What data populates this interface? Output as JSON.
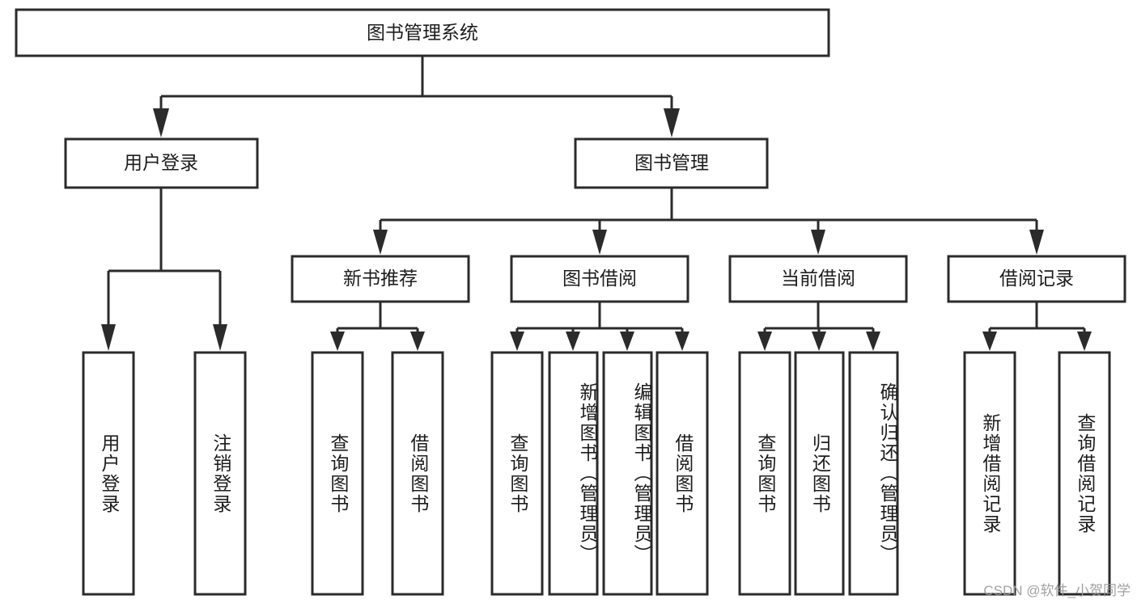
{
  "diagram": {
    "title": "图书管理系统",
    "type": "hierarchy-tree",
    "watermark": "CSDN @软件_小贺同学",
    "colors": {
      "box_stroke": "#2b2b2b",
      "box_fill": "#ffffff",
      "text": "#1d1d1d",
      "connector": "#2b2b2b",
      "watermark": "#9a9a9a",
      "background": "#ffffff"
    },
    "levels": {
      "root": {
        "label": "图书管理系统"
      },
      "level2": [
        {
          "label": "用户登录"
        },
        {
          "label": "图书管理"
        }
      ],
      "level3": [
        {
          "label": "新书推荐"
        },
        {
          "label": "图书借阅"
        },
        {
          "label": "当前借阅"
        },
        {
          "label": "借阅记录"
        }
      ],
      "leaves": {
        "user_login": [
          {
            "label": "用户登录"
          },
          {
            "label": "注销登录"
          }
        ],
        "new_book_recommend": [
          {
            "label": "查询图书"
          },
          {
            "label": "借阅图书"
          }
        ],
        "book_borrow": [
          {
            "label": "查询图书"
          },
          {
            "label": "新增图书（管理员）"
          },
          {
            "label": "编辑图书（管理员）"
          },
          {
            "label": "借阅图书"
          }
        ],
        "current_borrow": [
          {
            "label": "查询图书"
          },
          {
            "label": "归还图书"
          },
          {
            "label": "确认归还（管理员）"
          }
        ],
        "borrow_record": [
          {
            "label": "新增借阅记录"
          },
          {
            "label": "查询借阅记录"
          }
        ]
      }
    }
  }
}
